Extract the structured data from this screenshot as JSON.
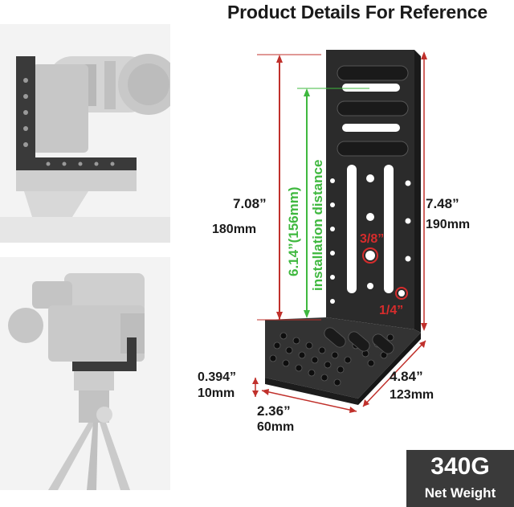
{
  "title": "Product Details For Reference",
  "dimensions": {
    "height_outer_in": "7.08”",
    "height_outer_mm": "180mm",
    "height_full_in": "7.48”",
    "height_full_mm": "190mm",
    "install_distance": "6.14”(156mm)",
    "install_label": "installation distance",
    "thread_large": "3/8”",
    "thread_small": "1/4”",
    "thickness_in": "0.394”",
    "thickness_mm": "10mm",
    "width_in": "2.36”",
    "width_mm": "60mm",
    "depth_in": "4.84”",
    "depth_mm": "123mm"
  },
  "weight": {
    "value": "340G",
    "label": "Net Weight"
  },
  "colors": {
    "dimension_line": "#c0302b",
    "install_accent": "#3fb83f",
    "weight_box": "#3a3a3a"
  }
}
